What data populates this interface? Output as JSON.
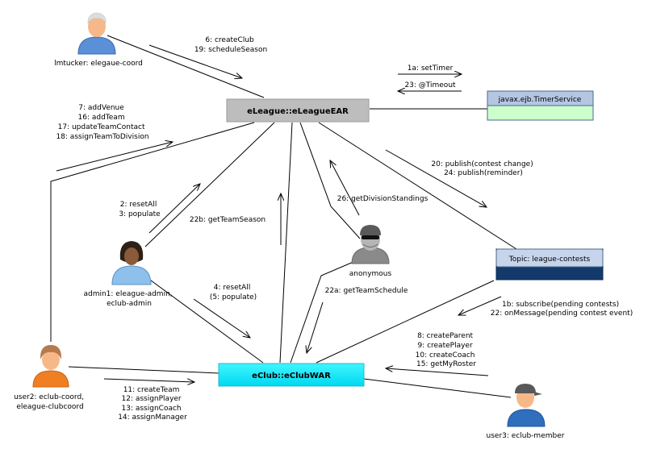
{
  "nodes": {
    "ear": "eLeague::eLeagueEAR",
    "war": "eClub::eClubWAR",
    "timer": "javax.ejb.TimerService",
    "topic": "Topic: league-contests"
  },
  "actors": {
    "lmtucker": {
      "label": [
        "lmtucker: elegaue-coord"
      ],
      "icon": "user-icon-elderly"
    },
    "admin1": {
      "label": [
        "admin1: eleague-admin,",
        "eclub-admin"
      ],
      "icon": "user-icon-admin"
    },
    "anonymous": {
      "label": [
        "anonymous"
      ],
      "icon": "user-icon-masked"
    },
    "user2": {
      "label": [
        "user2: eclub-coord,",
        "eleague-clubcoord"
      ],
      "icon": "user-icon-coord"
    },
    "user3": {
      "label": [
        "user3: eclub-member"
      ],
      "icon": "user-icon-cap"
    }
  },
  "messages": {
    "m_create_club": [
      "6: createClub",
      "19: scheduleSeason"
    ],
    "m_timer": [
      "1a: setTimer"
    ],
    "m_timeout": [
      "23: @Timeout"
    ],
    "m_venue": [
      "7: addVenue",
      "16: addTeam",
      "17: updateTeamContact",
      "18: assignTeamToDivision"
    ],
    "m_publish": [
      "20: publish(contest change)",
      "24: publish(reminder)"
    ],
    "m_reset_all": [
      "2: resetAll",
      "3: populate"
    ],
    "m_team_season": [
      "22b: getTeamSeason"
    ],
    "m_division": [
      "26: getDivisionStandings"
    ],
    "m_reset_war": [
      "4: resetAll",
      "(5: populate)"
    ],
    "m_team_schedule": [
      "22a: getTeamSchedule"
    ],
    "m_subscribe": [
      "1b: subscribe(pending contests)",
      "22: onMessage(pending contest event)"
    ],
    "m_parent": [
      "8: createParent",
      "9: createPlayer",
      "10: createCoach",
      "15: getMyRoster"
    ],
    "m_team": [
      "11: createTeam",
      "12: assignPlayer",
      "13: assignCoach",
      "14: assignManager"
    ]
  }
}
